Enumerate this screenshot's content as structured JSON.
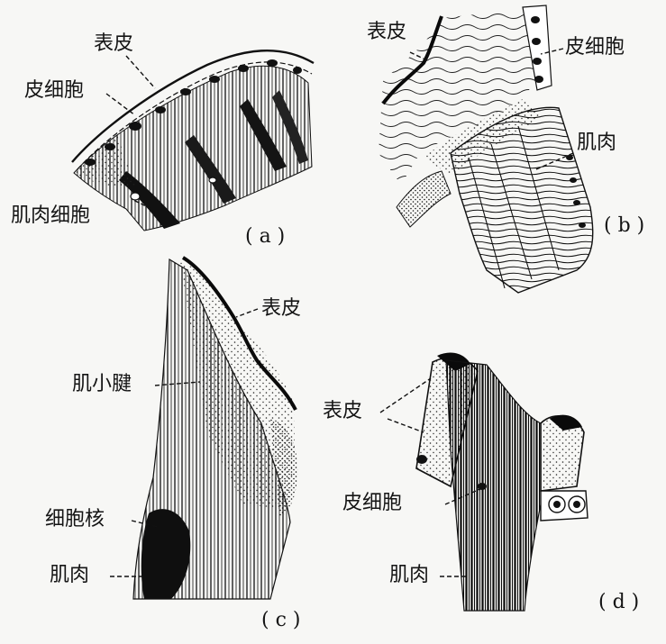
{
  "panels": {
    "a": {
      "caption": "( a )",
      "labels": {
        "epidermis": "表皮",
        "epidermal_cell": "皮细胞",
        "muscle_cell": "肌肉细胞"
      }
    },
    "b": {
      "caption": "( b )",
      "labels": {
        "epidermis": "表皮",
        "epidermal_cell": "皮细胞",
        "muscle": "肌肉"
      }
    },
    "c": {
      "caption": "( c )",
      "labels": {
        "epidermis": "表皮",
        "tendon": "肌小腱",
        "nucleus": "细胞核",
        "muscle": "肌肉"
      }
    },
    "d": {
      "caption": "( d )",
      "labels": {
        "epidermis": "表皮",
        "epidermal_cell": "皮细胞",
        "muscle": "肌肉"
      }
    }
  },
  "colors": {
    "ink": "#111111",
    "paper": "#f7f7f5"
  }
}
